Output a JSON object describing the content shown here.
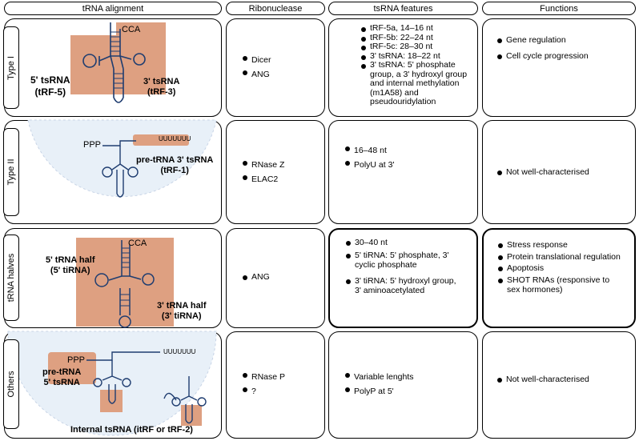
{
  "headers": {
    "alignment": "tRNA alignment",
    "ribonuclease": "Ribonuclease",
    "features": "tsRNA features",
    "functions": "Functions"
  },
  "rows": [
    {
      "label": "Type I",
      "diagram": {
        "cca": "CCA",
        "five_line1": "5' tsRNA",
        "five_line2": "(tRF-5)",
        "three_line1": "3' tsRNA",
        "three_line2": "(tRF-3)"
      },
      "ribonucleases": [
        "Dicer",
        "ANG"
      ],
      "features": [
        "tRF-5a, 14–16 nt",
        "tRF-5b: 22–24 nt",
        "tRF-5c: 28–30 nt",
        "3' tsRNA: 18–22 nt",
        "3' tsRNA: 5' phosphate group, a 3' hydroxyl group and internal methylation (m1A58) and pseudouridylation"
      ],
      "functions": [
        "Gene regulation",
        "Cell cycle progression"
      ]
    },
    {
      "label": "Type II",
      "diagram": {
        "ppp": "PPP",
        "tail": "UUUUUUU",
        "line1": "pre-tRNA 3' tsRNA",
        "line2": "(tRF-1)"
      },
      "ribonucleases": [
        "RNase Z",
        "ELAC2"
      ],
      "features": [
        "16–48 nt",
        "PolyU at 3'"
      ],
      "functions": [
        "Not well-characterised"
      ]
    },
    {
      "label": "tRNA halves",
      "diagram": {
        "cca": "CCA",
        "five_line1": "5' tRNA half",
        "five_line2": "(5' tiRNA)",
        "three_line1": "3' tRNA half",
        "three_line2": "(3' tiRNA)"
      },
      "ribonucleases": [
        "ANG"
      ],
      "features": [
        "30–40 nt",
        "5' tiRNA: 5' phosphate, 3' cyclic phosphate",
        "3' tiRNA: 5' hydroxyl group, 3' aminoacetylated"
      ],
      "functions": [
        "Stress response",
        "Protein translational regulation",
        "Apoptosis",
        "SHOT RNAs (responsive to sex hormones)"
      ]
    },
    {
      "label": "Others",
      "diagram": {
        "ppp": "PPP",
        "tail": "UUUUUUU",
        "pre_line1": "pre-tRNA",
        "pre_line2": "5' tsRNA",
        "internal": "Internal tsRNA (itRF or tRF-2)"
      },
      "ribonucleases": [
        "RNase P",
        "?"
      ],
      "features": [
        "Variable lenghts",
        "PolyP at 5'"
      ],
      "functions": [
        "Not well-characterised"
      ]
    }
  ],
  "colors": {
    "highlight": "#dea081",
    "rna": "#1f3d70",
    "ghost": "#e8f0f8"
  }
}
